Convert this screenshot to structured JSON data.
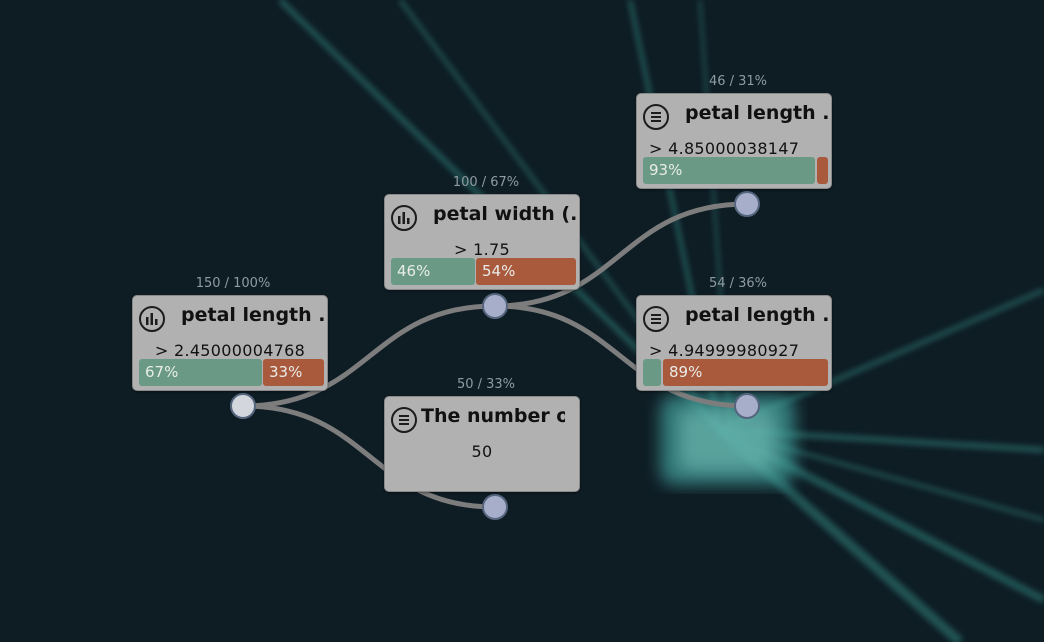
{
  "colors": {
    "background": "#0e1c24",
    "node": "#b1b1b1",
    "bar_green": "#6a9a86",
    "bar_orange": "#a95a3c",
    "link": "#7d7d7d",
    "handle": "#a6aeca"
  },
  "nodes": [
    {
      "id": "root",
      "stat": "150 / 100%",
      "title": "petal length ..",
      "icon": "bar-chart-icon",
      "rule": "> 2.45000004768",
      "bars": [
        {
          "label": "67%",
          "fraction": 0.67
        },
        {
          "label": "33%",
          "fraction": 0.33
        }
      ]
    },
    {
      "id": "petal-width",
      "stat": "100 / 67%",
      "title": "petal width (..",
      "icon": "bar-chart-icon",
      "rule": "> 1.75",
      "bars": [
        {
          "label": "46%",
          "fraction": 0.46
        },
        {
          "label": "54%",
          "fraction": 0.54
        }
      ]
    },
    {
      "id": "leaf-50",
      "stat": "50 / 33%",
      "title": "The number of..",
      "icon": "list-icon",
      "rule": "50",
      "bars": []
    },
    {
      "id": "petal-length-485",
      "stat": "46 / 31%",
      "title": "petal length ..",
      "icon": "list-icon",
      "rule": "> 4.85000038147",
      "bars": [
        {
          "label": "93%",
          "fraction": 0.93
        },
        {
          "label": "",
          "fraction": 0.07
        }
      ]
    },
    {
      "id": "petal-length-495",
      "stat": "54 / 36%",
      "title": "petal length ..",
      "icon": "list-icon",
      "rule": "> 4.94999980927",
      "bars": [
        {
          "label": "",
          "fraction": 0.11
        },
        {
          "label": "89%",
          "fraction": 0.89
        }
      ]
    }
  ]
}
